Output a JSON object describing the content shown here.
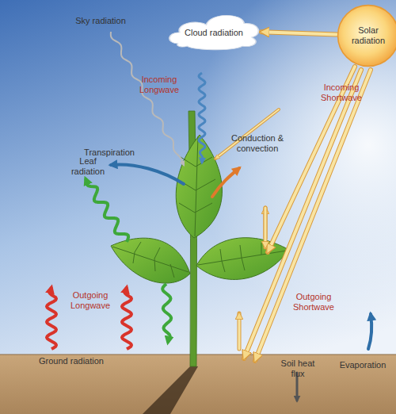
{
  "diagram": {
    "nodes": [
      {
        "text": [
          "Solar radiation"
        ]
      },
      {
        "text": [
          "Cloud radiation"
        ]
      }
    ],
    "edges": [
      {
        "from": 0,
        "to": 1,
        "arrow": "to"
      }
    ],
    "labels": [
      "Sky radiation",
      "Incoming Longwave",
      "Incoming Shortwave",
      "Transpiration",
      "Conduction & convection",
      "Leaf radiation",
      "Outgoing Longwave",
      "Outgoing Shortwave",
      "Ground radiation",
      "Soil heat flux",
      "Evaporation"
    ]
  }
}
